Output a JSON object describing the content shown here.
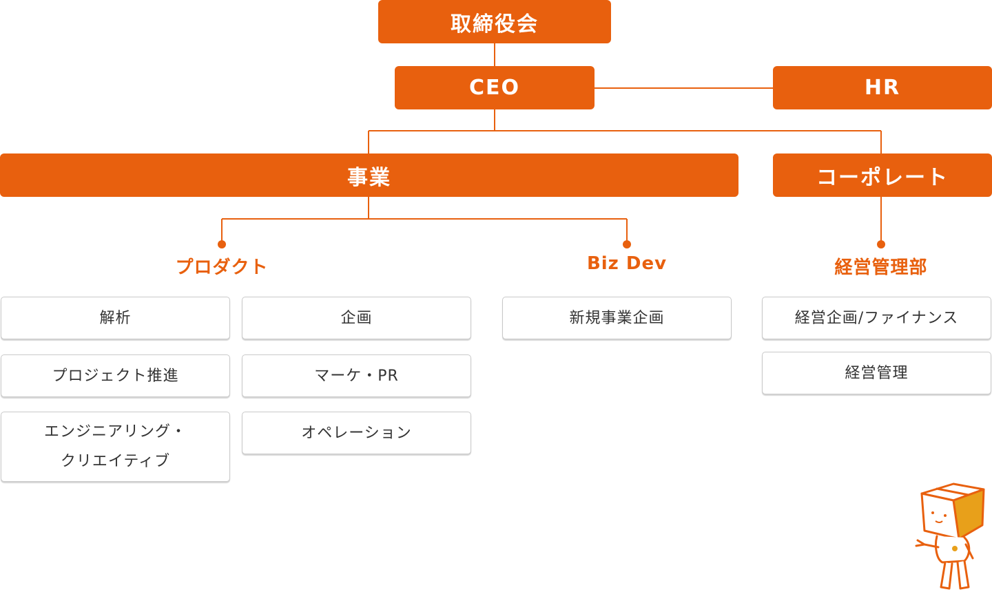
{
  "colors": {
    "accent": "#e8600e",
    "border": "#c9c9c9",
    "text": "#333333",
    "box_side": "#e8a01a"
  },
  "nodes": {
    "board": "取締役会",
    "ceo": "CEO",
    "hr": "HR",
    "business": "事業",
    "corporate": "コーポレート"
  },
  "departments": {
    "product": "プロダクト",
    "bizdev": "Biz Dev",
    "management": "経営管理部"
  },
  "product_teams": {
    "col1": [
      "解析",
      "プロジェクト推進"
    ],
    "col1_multi": [
      "エンジニアリング・",
      "クリエイティブ"
    ],
    "col2": [
      "企画",
      "マーケ・PR",
      "オペレーション"
    ]
  },
  "bizdev_teams": [
    "新規事業企画"
  ],
  "management_teams": [
    "経営企画/ファイナンス",
    "経営管理"
  ],
  "mascot_icon": "box-head-mascot-icon"
}
